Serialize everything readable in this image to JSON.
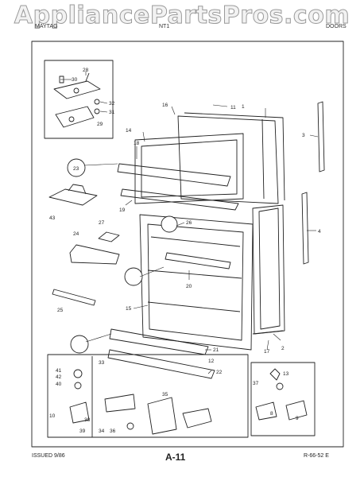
{
  "watermark": "AppliancePartsPros.com",
  "header": {
    "left": "MAYTAG",
    "center": "NT1",
    "right": "DOORS"
  },
  "footer": {
    "issued": "ISSUED 9/86",
    "page": "A-11",
    "code": "R-66-52 E"
  },
  "callouts": [
    "1",
    "2",
    "3",
    "4",
    "8",
    "9",
    "10",
    "11",
    "12",
    "13",
    "14",
    "15",
    "16",
    "17",
    "18",
    "19",
    "20",
    "21",
    "22",
    "23",
    "24",
    "25",
    "26",
    "27",
    "28",
    "29",
    "30",
    "31",
    "32",
    "33",
    "34",
    "35",
    "36",
    "37",
    "38",
    "39",
    "40",
    "41",
    "42",
    "43"
  ]
}
